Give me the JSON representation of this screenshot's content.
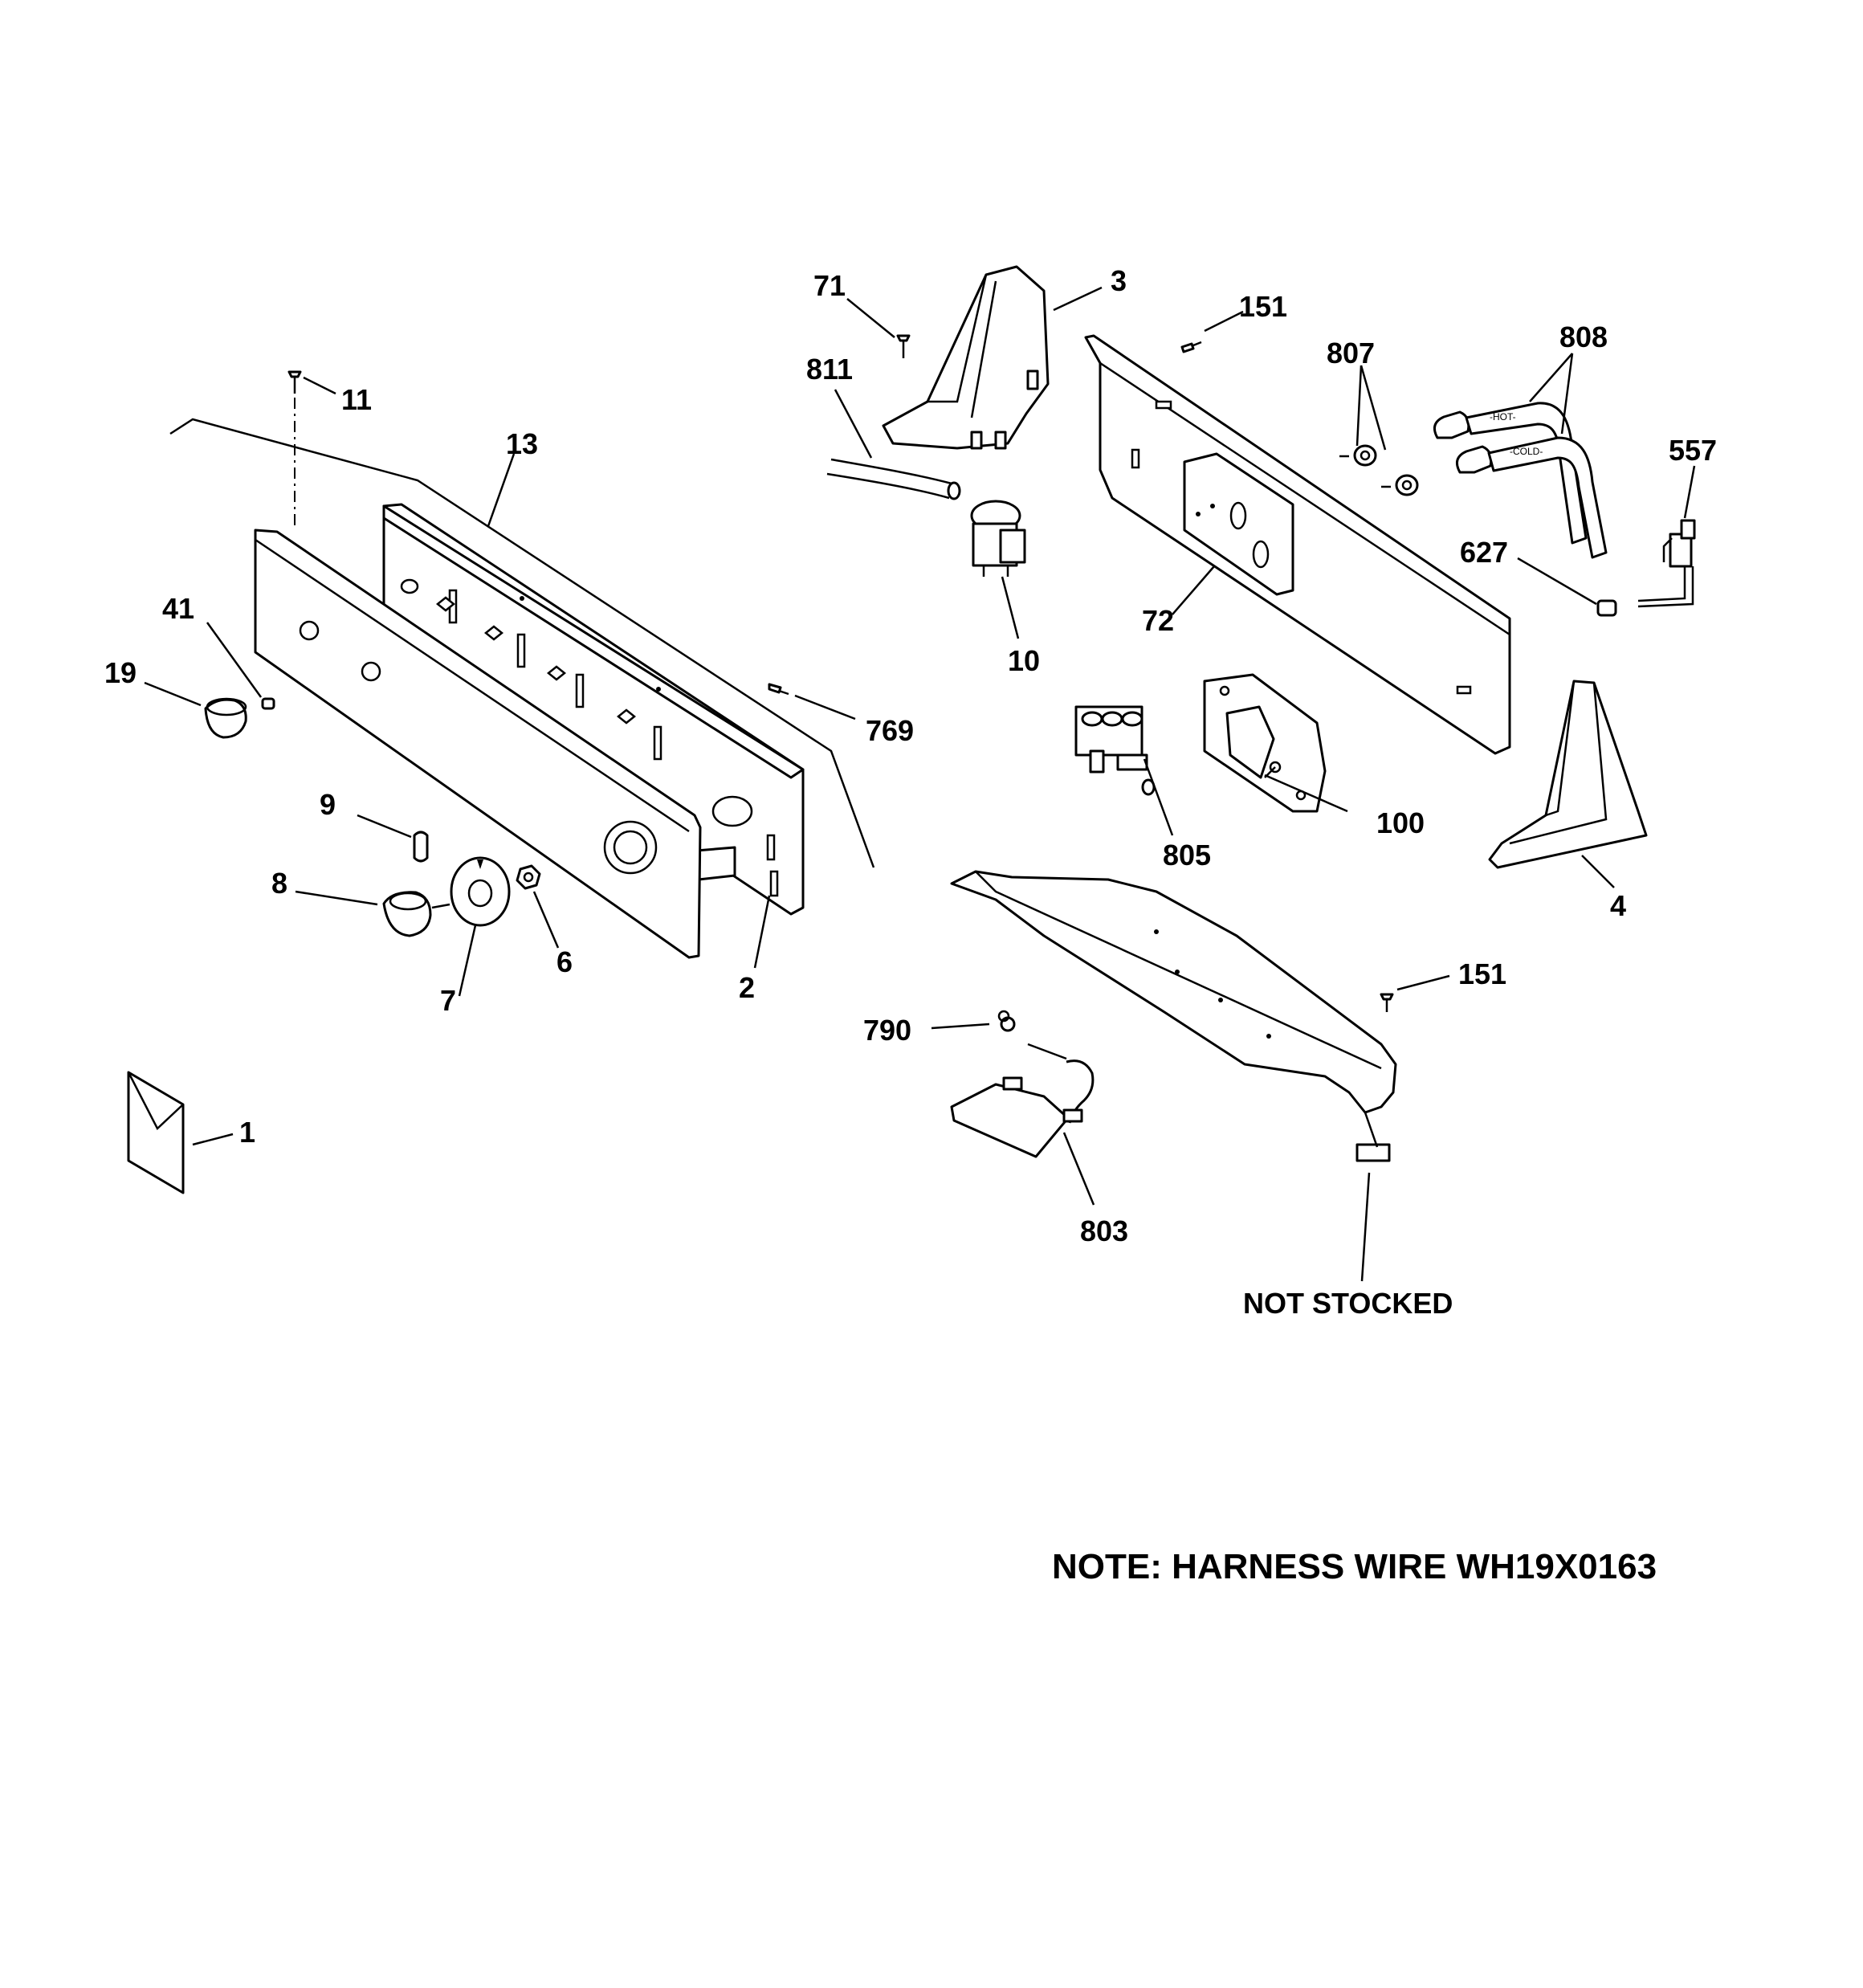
{
  "diagram": {
    "labels": {
      "p1": "1",
      "p2": "2",
      "p3": "3",
      "p4": "4",
      "p6": "6",
      "p7": "7",
      "p8": "8",
      "p9": "9",
      "p10": "10",
      "p11": "11",
      "p13": "13",
      "p19": "19",
      "p41": "41",
      "p71": "71",
      "p72": "72",
      "p100": "100",
      "p151a": "151",
      "p151b": "151",
      "p557": "557",
      "p627": "627",
      "p769": "769",
      "p790": "790",
      "p803": "803",
      "p805": "805",
      "p807": "807",
      "p808": "808",
      "p811": "811",
      "not_stocked": "NOT STOCKED"
    },
    "hose_marks": {
      "hot": "-HOT-",
      "cold": "-COLD-"
    },
    "note": "NOTE: HARNESS WIRE WH19X0163"
  }
}
